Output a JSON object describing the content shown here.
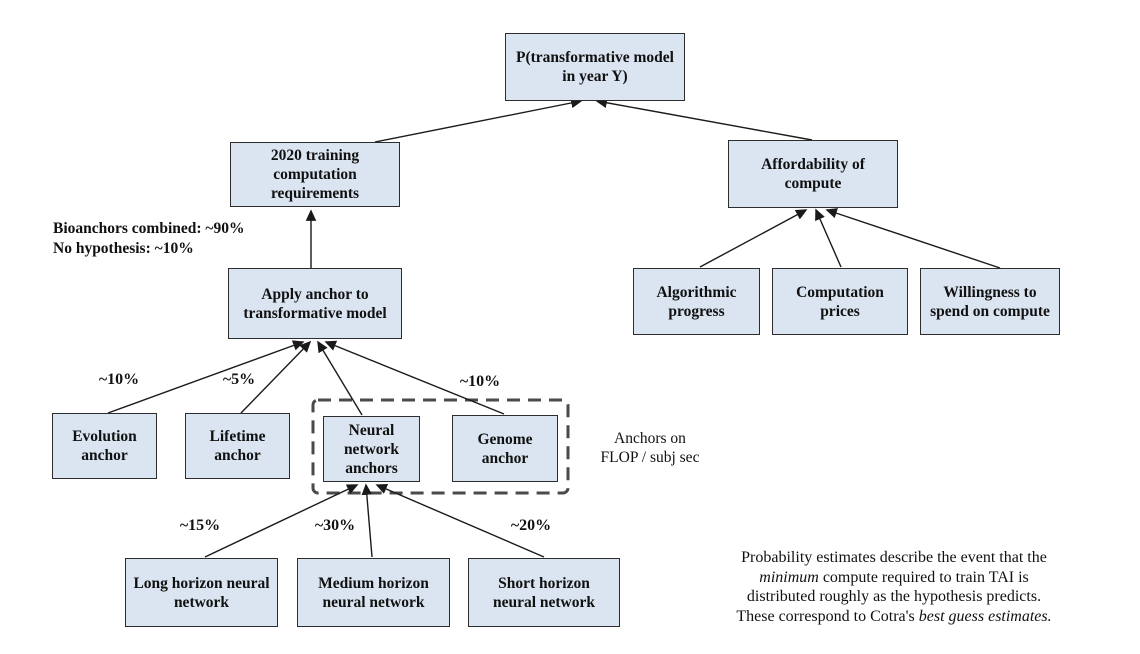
{
  "colors": {
    "box_fill": "#dbe5f1",
    "box_border": "#2d2d2d",
    "line": "#1a1a1a",
    "dash_border": "#4a4a4a"
  },
  "diagram": {
    "nodes": {
      "root": {
        "label": "P(transformative model in year Y)"
      },
      "training_req": {
        "label": "2020 training computation requirements"
      },
      "apply_anchor": {
        "label": "Apply anchor to transformative model"
      },
      "evolution": {
        "label": "Evolution anchor"
      },
      "lifetime": {
        "label": "Lifetime anchor"
      },
      "nn_anchors": {
        "label": "Neural network anchors"
      },
      "genome": {
        "label": "Genome anchor"
      },
      "long_horizon": {
        "label": "Long horizon neural network"
      },
      "medium_horizon": {
        "label": "Medium horizon neural network"
      },
      "short_horizon": {
        "label": "Short horizon neural network"
      },
      "affordability": {
        "label": "Affordability of compute"
      },
      "algorithmic": {
        "label": "Algorithmic progress"
      },
      "comp_prices": {
        "label": "Computation prices"
      },
      "willingness": {
        "label": "Willingness to spend on compute"
      }
    },
    "weights": {
      "evolution": "~10%",
      "lifetime": "~5%",
      "genome": "~10%",
      "long_horizon": "~15%",
      "medium_horizon": "~30%",
      "short_horizon": "~20%"
    },
    "annotations": {
      "bioanchors": {
        "line1": "Bioanchors combined: ~90%",
        "line2": "No hypothesis: ~10%"
      },
      "group_label": {
        "line1": "Anchors on",
        "line2": "FLOP / subj sec"
      },
      "footnote": {
        "line1": "Probability estimates describe the event that the",
        "line2_italic": "minimum",
        "line2_rest": " compute required to train TAI is",
        "line3": "distributed roughly as the hypothesis predicts.",
        "line4_pre": "These correspond to Cotra's ",
        "line4_italic": "best guess estimates."
      }
    }
  }
}
